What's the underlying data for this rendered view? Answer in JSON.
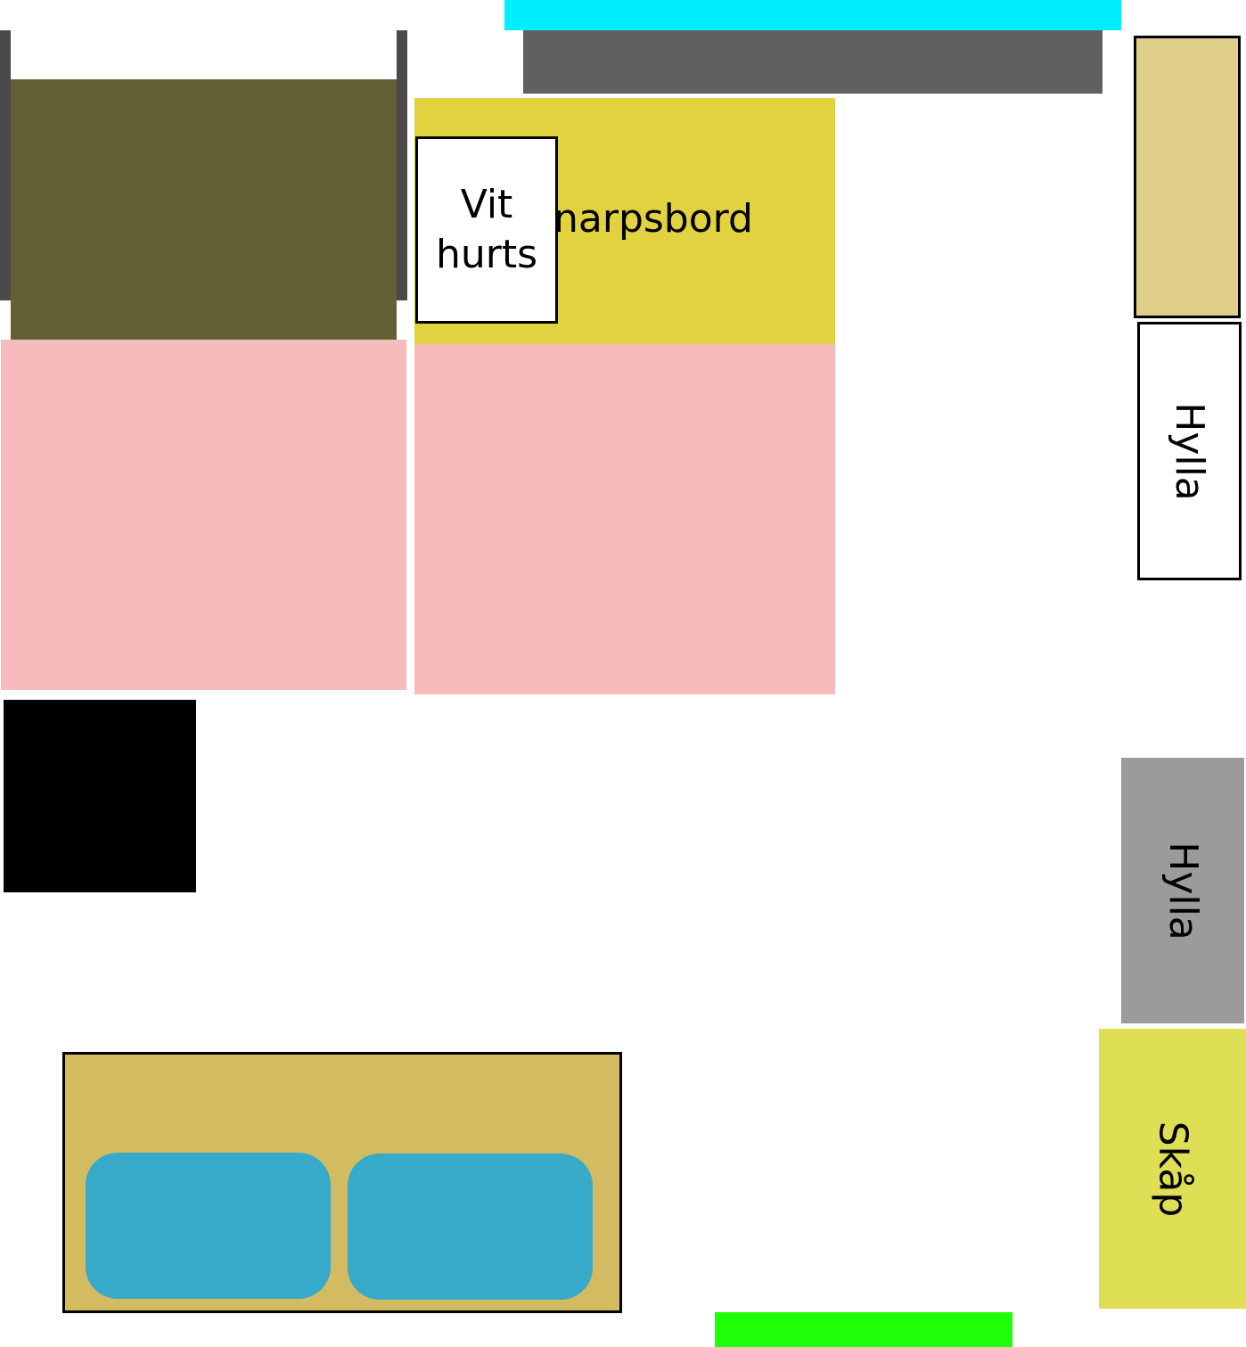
{
  "colors": {
    "background": "#ffffff",
    "window": "#00eeff",
    "radiator": "#606060",
    "bed_frame_posts": "#4a4a4a",
    "headboard": "#626034",
    "mattress": "#f6bcbc",
    "table": "#e2d240",
    "black_box": "#000000",
    "shelf_top": "#dfce8a",
    "shelf_gray": "#9b9b9b",
    "cabinet": "#dfdf55",
    "sofa": "#d3bb62",
    "cushion": "#36aac8",
    "door": "#1eff0a"
  },
  "labels": {
    "table": "narpsbord",
    "nightstand": "Vit\nhurts",
    "shelf_1": "Hylla",
    "shelf_2": "Hylla",
    "cabinet": "Skåp"
  }
}
